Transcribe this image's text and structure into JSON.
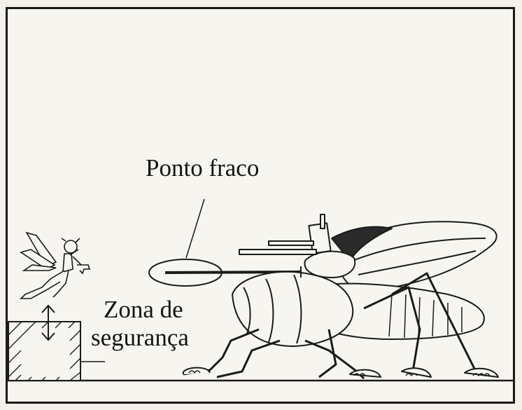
{
  "labels": {
    "weak_point": "Ponto fraco",
    "safety_zone_line1": "Zona de",
    "safety_zone_line2": "segurança"
  },
  "icons": [
    "fairy-player-icon",
    "up-down-arrow-icon",
    "hatched-block-icon",
    "insect-boss-icon",
    "weak-point-ellipse-icon"
  ],
  "colors": {
    "ink": "#1a1a1a",
    "paper": "#f7f5ef"
  }
}
